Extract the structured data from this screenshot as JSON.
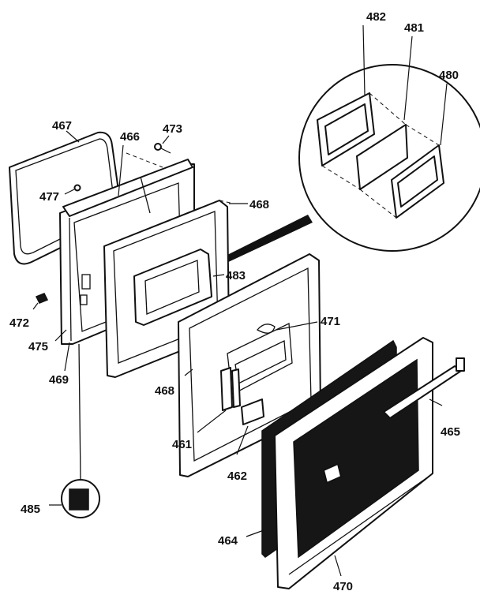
{
  "labels": {
    "l467": "467",
    "l466": "466",
    "l473": "473",
    "l477": "477",
    "l468a": "468",
    "l483": "483",
    "l472": "472",
    "l475": "475",
    "l469": "469",
    "l471": "471",
    "l468b": "468",
    "l461": "461",
    "l462": "462",
    "l465": "465",
    "l464": "464",
    "l485": "485",
    "l470": "470",
    "l482": "482",
    "l481": "481",
    "l480": "480"
  }
}
